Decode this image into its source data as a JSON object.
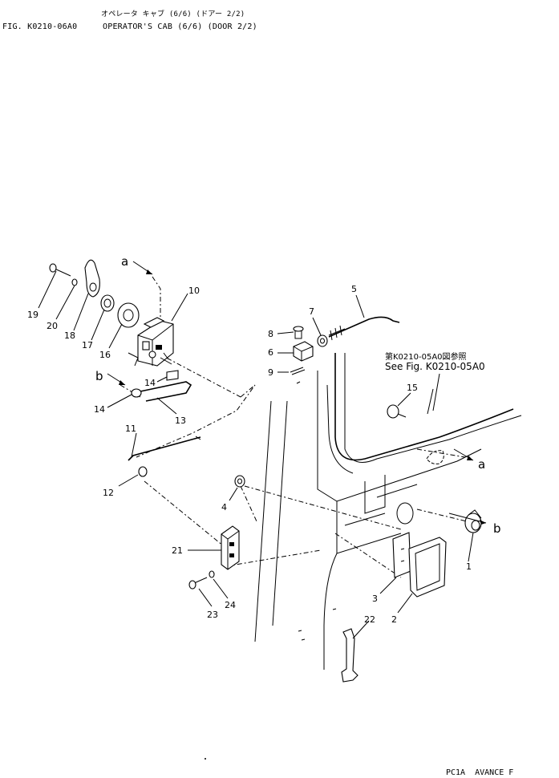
{
  "header": {
    "title_jp": "オペレータ キャブ (6/6) (ドアー 2/2)",
    "fig_code": "FIG. K0210-06A0",
    "title_en": "OPERATOR'S CAB (6/6) (DOOR 2/2)"
  },
  "reference": {
    "jp": "第K0210-05A0図参照",
    "en": "See Fig. K0210-05A0"
  },
  "footer": "PC1A  AVANCE F",
  "callouts": {
    "p1": "1",
    "p2": "2",
    "p3": "3",
    "p4": "4",
    "p5": "5",
    "p6": "6",
    "p7": "7",
    "p8": "8",
    "p9": "9",
    "p10": "10",
    "p11": "11",
    "p12": "12",
    "p13": "13",
    "p14a": "14",
    "p14b": "14",
    "p15": "15",
    "p16": "16",
    "p17": "17",
    "p18": "18",
    "p19": "19",
    "p20": "20",
    "p21": "21",
    "p22": "22",
    "p23": "23",
    "p24": "24"
  },
  "connectors": {
    "a1": "a",
    "a2": "a",
    "b1": "b",
    "b2": "b"
  }
}
